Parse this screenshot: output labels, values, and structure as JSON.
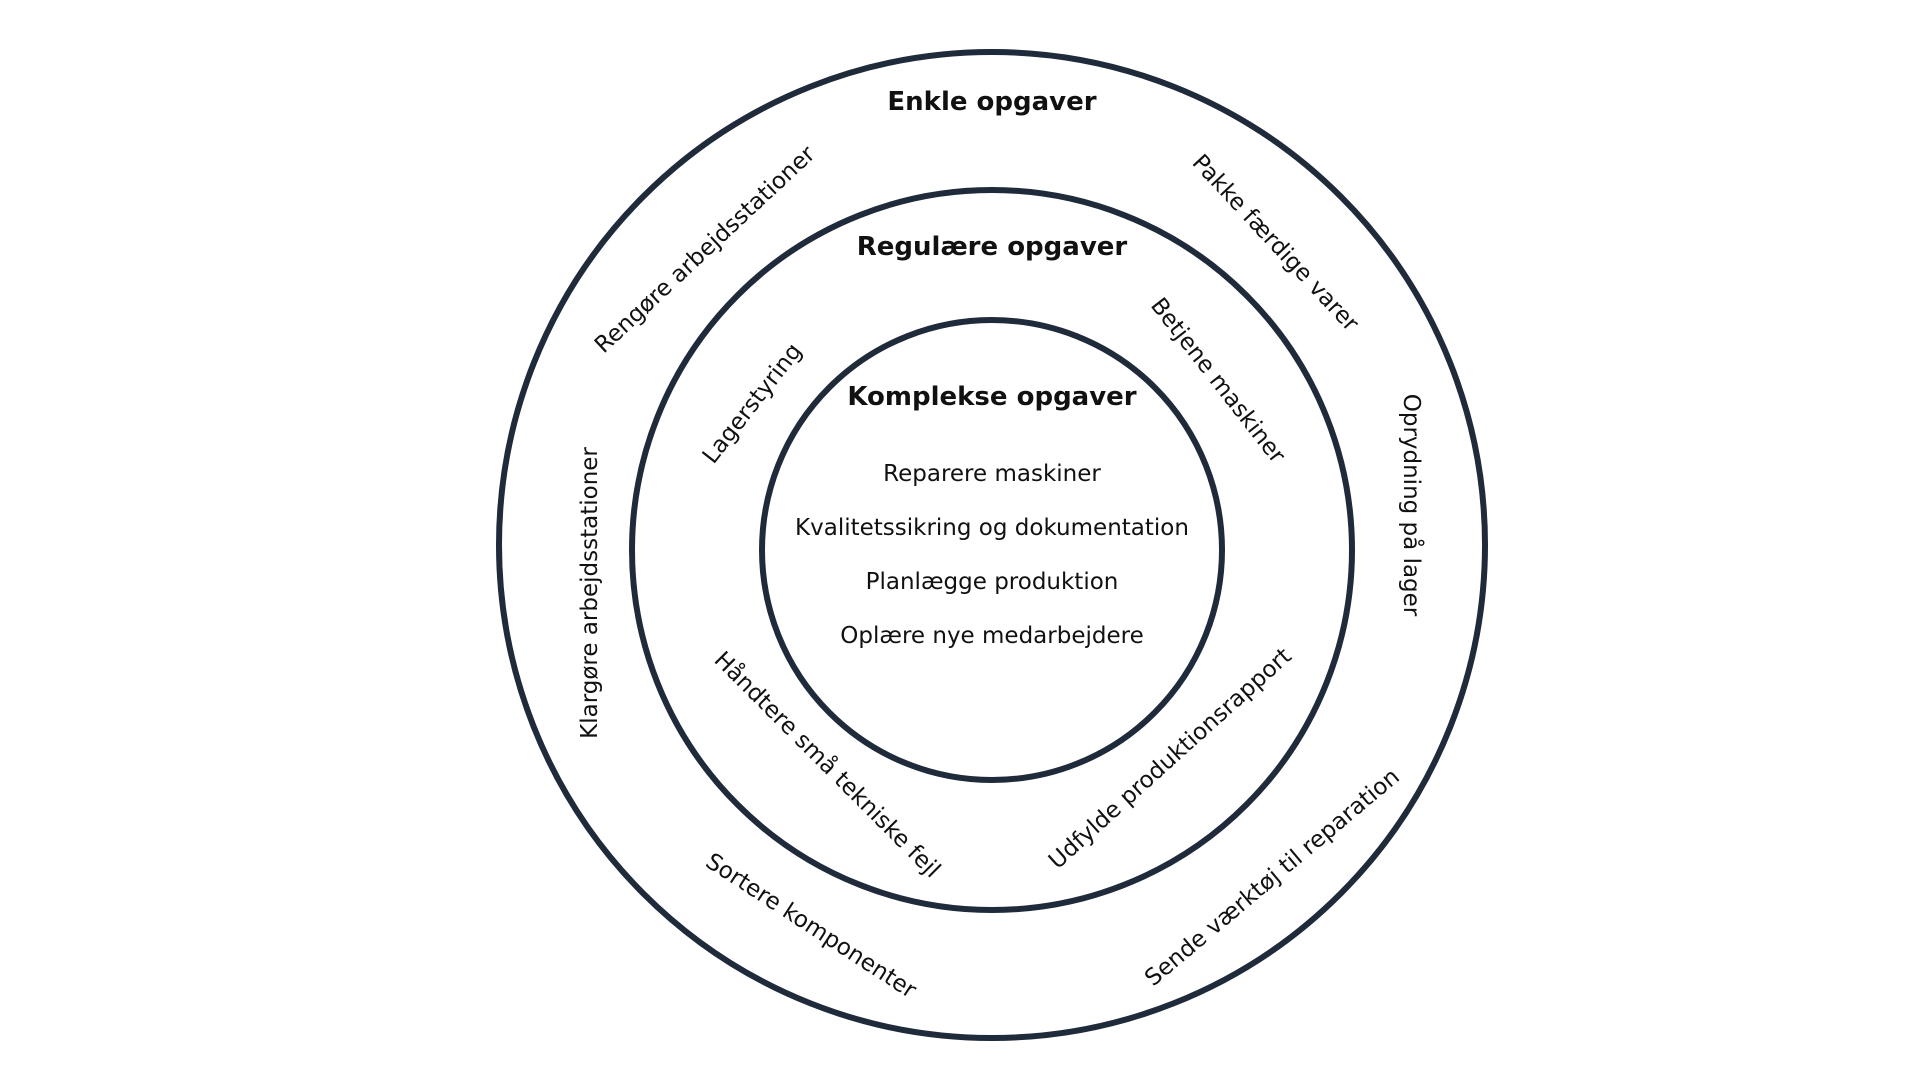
{
  "colors": {
    "ring_stroke": "#1f2a3a",
    "text": "#111111",
    "background": "#ffffff"
  },
  "rings": {
    "outer": {
      "title": "Enkle opgaver",
      "tasks": {
        "rengore": "Rengøre arbejdsstationer",
        "pakke": "Pakke færdige varer",
        "klargore": "Klargøre arbejdsstationer",
        "oprydning": "Oprydning på lager",
        "sortere": "Sortere komponenter",
        "sende": "Sende værktøj til reparation"
      }
    },
    "middle": {
      "title": "Regulære opgaver",
      "tasks": {
        "lagerstyring": "Lagerstyring",
        "betjene": "Betjene maskiner",
        "handtere": "Håndtere små tekniske fejl",
        "udfylde": "Udfylde produktionsrapport"
      }
    },
    "inner": {
      "title": "Komplekse opgaver",
      "tasks": [
        "Reparere maskiner",
        "Kvalitetssikring og dokumentation",
        "Planlægge produktion",
        "Oplære nye medarbejdere"
      ]
    }
  }
}
